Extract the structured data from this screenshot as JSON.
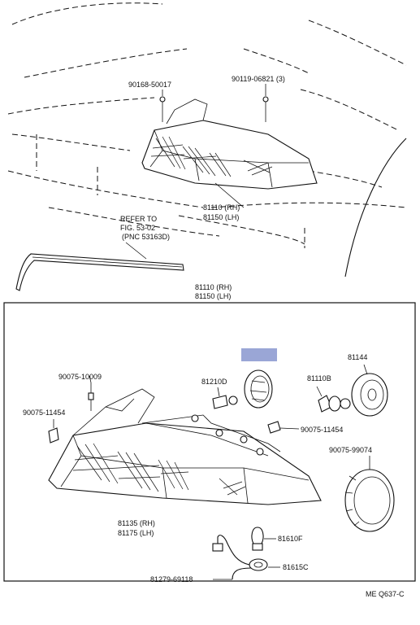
{
  "labels": {
    "p90168": "90168-50017",
    "p90119": "90119-06821 (3)",
    "p81110_top": "81110 (RH)",
    "p81150_top": "81150 (LH)",
    "refer1": "REFER TO",
    "refer2": "FIG. 53-02",
    "refer3": "(PNC 53163D)",
    "p81110_mid": "81110 (RH)",
    "p81150_mid": "81150 (LH)",
    "p81144": "81144",
    "p90075_10009": "90075-10009",
    "p81210d": "81210D",
    "p81110b": "81110B",
    "p90075_11454_left": "90075-11454",
    "p90075_11454_right": "90075-11454",
    "p90075_99074": "90075-99074",
    "p81135": "81135 (RH)",
    "p81175": "81175 (LH)",
    "p81610f": "81610F",
    "p81279": "81279-69118",
    "p81615c": "81615C",
    "footer": "ME Q637-C"
  },
  "colors": {
    "highlight": "#9aa6d6",
    "ink": "#111111"
  }
}
